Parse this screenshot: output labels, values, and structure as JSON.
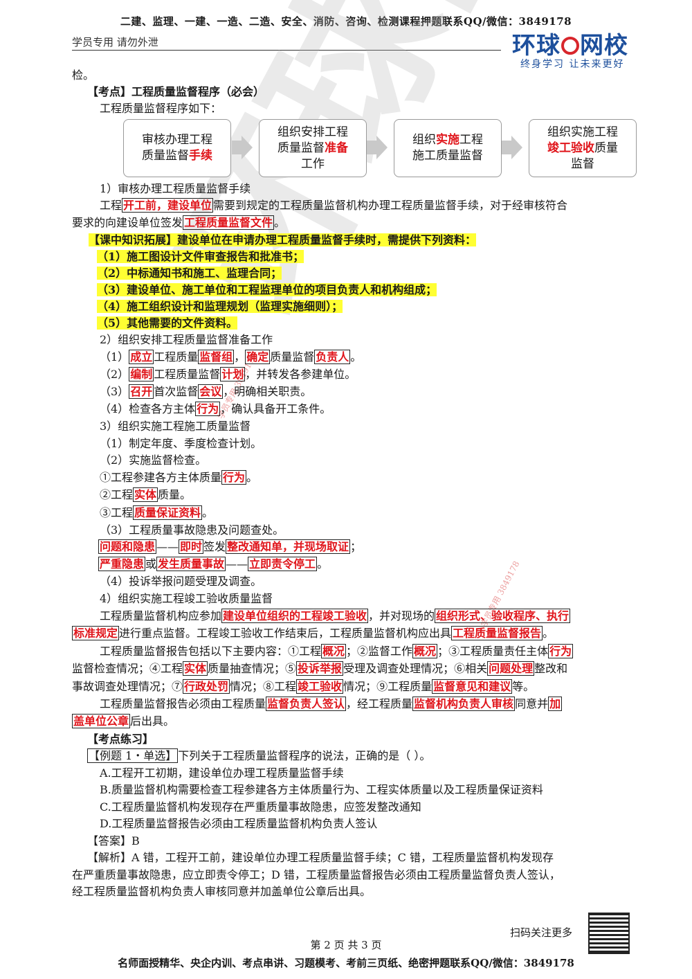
{
  "header": {
    "top_banner": "二建、监理、一建、一造、二造、安全、消防、咨询、检测课程押题联系QQ/微信：3849178",
    "sub_left": "学员专用 请勿外泄",
    "logo_part1": "环球",
    "logo_part2": "网校",
    "slogan": "终身学习 让未来更好"
  },
  "watermark": {
    "big": "环球网校",
    "small": "学员专用 3849178"
  },
  "body": {
    "l0": "检。",
    "l1": "【考点】工程质量监督程序（必会）",
    "l2": "工程质量监督程序如下：",
    "flow": {
      "b1a": "审核办理工程",
      "b1b": "质量监督",
      "b1c": "手续",
      "b2a": "组织安排工程",
      "b2b": "质量监督",
      "b2c": "准备",
      "b2d": "工作",
      "b3a": "组织",
      "b3b": "实施",
      "b3c": "工程",
      "b3d": "施工质量监督",
      "b4a": "组织实施工程",
      "b4b": "竣工验收",
      "b4c": "质量",
      "b4d": "监督"
    },
    "s1": "1）审核办理工程质量监督手续",
    "p1a": "工程",
    "p1b": "开工前，建设单位",
    "p1c": "需要到规定的工程质量监督机构办理工程质量监督手续，对于经审核符合",
    "p1d": "要求的向建设单位签发",
    "p1e": "工程质量监督文件",
    "p1f": "。",
    "k0": "【课中知识拓展】建设单位在申请办理工程质量监督手续时，需提供下列资料：",
    "k1": "（1）施工图设计文件审查报告和批准书；",
    "k2": "（2）中标通知书和施工、监理合同；",
    "k3": "（3）建设单位、施工单位和工程监理单位的项目负责人和机构组成；",
    "k4": "（4）施工组织设计和监理规划（监理实施细则）；",
    "k5": "（5）其他需要的文件资料。",
    "s2": "2）组织安排工程质量监督准备工作",
    "a1a": "（1）",
    "a1b": "成立",
    "a1c": "工程质量",
    "a1d": "监督组",
    "a1e": "，",
    "a1f": "确定",
    "a1g": "质量监督",
    "a1h": "负责人",
    "a1i": "。",
    "a2a": "（2）",
    "a2b": "编制",
    "a2c": "工程质量监督",
    "a2d": "计划",
    "a2e": "，并转发各参建单位。",
    "a3a": "（3）",
    "a3b": "召开",
    "a3c": "首次监督",
    "a3d": "会议",
    "a3e": "，明确相关职责。",
    "a4a": "（4）检查各方主体",
    "a4b": "行为",
    "a4c": "，确认具备开工条件。",
    "s3": "3）组织实施工程施工质量监督",
    "c1": "（1）制定年度、季度检查计划。",
    "c2": "（2）实施监督检查。",
    "c3a": "①工程参建各方主体质量",
    "c3b": "行为",
    "c3c": "。",
    "c4a": "②工程",
    "c4b": "实体",
    "c4c": "质量。",
    "c5a": "③工程",
    "c5b": "质量保证资料",
    "c5c": "。",
    "c6": "（3）工程质量事故隐患及问题查处。",
    "c7a": "问题和隐患",
    "c7b": "——",
    "c7c": "即时",
    "c7d": "签发",
    "c7e": "整改通知单，并现场取证",
    "c7f": "；",
    "c8a": "严重隐患",
    "c8b": "或",
    "c8c": "发生质量事故",
    "c8d": "——",
    "c8e": "立即责令停工",
    "c8f": "。",
    "c9": "（4）投诉举报问题受理及调查。",
    "s4": "4）组织实施工程竣工验收质量监督",
    "d1a": "工程质量监督机构应参加",
    "d1b": "建设单位组织的工程竣工验收",
    "d1c": "，并对现场的",
    "d1d": "组织形式、验收程序、执行",
    "d2a": "标准规定",
    "d2b": "进行重点监督。工程竣工验收工作结束后，工程质量监督机构应出具",
    "d2c": "工程质量监督报告",
    "d2d": "。",
    "e1a": "工程质量监督报告包括以下主要内容：①工程",
    "e1b": "概况",
    "e1c": "；②监督工作",
    "e1d": "概况",
    "e1e": "；③工程质量责任主体",
    "e1f": "行为",
    "e2a": "监督检查情况；④工程",
    "e2b": "实体",
    "e2c": "质量抽查情况；⑤",
    "e2d": "投诉举报",
    "e2e": "受理及调查处理情况；⑥相关",
    "e2f": "问题处理",
    "e2g": "整改和",
    "e3a": "事故调查处理情况；⑦",
    "e3b": "行政处罚",
    "e3c": "情况；⑧工程",
    "e3d": "竣工验收",
    "e3e": "情况；⑨工程质量",
    "e3f": "监督意见和建议",
    "e3g": "等。",
    "f1a": "工程质量监督报告必须由工程质量",
    "f1b": "监督负责人签认",
    "f1c": "，经工程质量",
    "f1d": "监督机构负责人审核",
    "f1e": "同意并",
    "f1f": "加",
    "f2a": "盖单位公章",
    "f2b": "后出具。",
    "g0": "【考点练习】",
    "g1a": "【例题 1・单选】",
    "g1b": "下列关于工程质量监督程序的说法，正确的是（    ）。",
    "g2": "A.工程开工初期，建设单位办理工程质量监督手续",
    "g3": "B.质量监督机构需要检查工程参建各方主体质量行为、工程实体质量以及工程质量保证资料",
    "g4": "C.工程质量监督机构发现存在严重质量事故隐患，应签发整改通知",
    "g5": "D.工程质量监督报告必须由工程质量监督机构负责人签认",
    "g6": "【答案】B",
    "g7": "【解析】A 错，工程开工前，建设单位办理工程质量监督手续；C 错，工程质量监督机构发现存",
    "g8": "在严重质量事故隐患，应立即责令停工；D 错，工程质量监督报告必须由工程质量监督负责人签认，",
    "g9": "经工程质量监督机构负责人审核同意并加盖单位公章后出具。"
  },
  "footer": {
    "scan": "扫码关注更多",
    "page": "第 2 页 共 3 页",
    "bottom": "名师面授精华、央企内训、考点串讲、习题模考、考前三页纸、绝密押题联系QQ/微信：3849178"
  }
}
